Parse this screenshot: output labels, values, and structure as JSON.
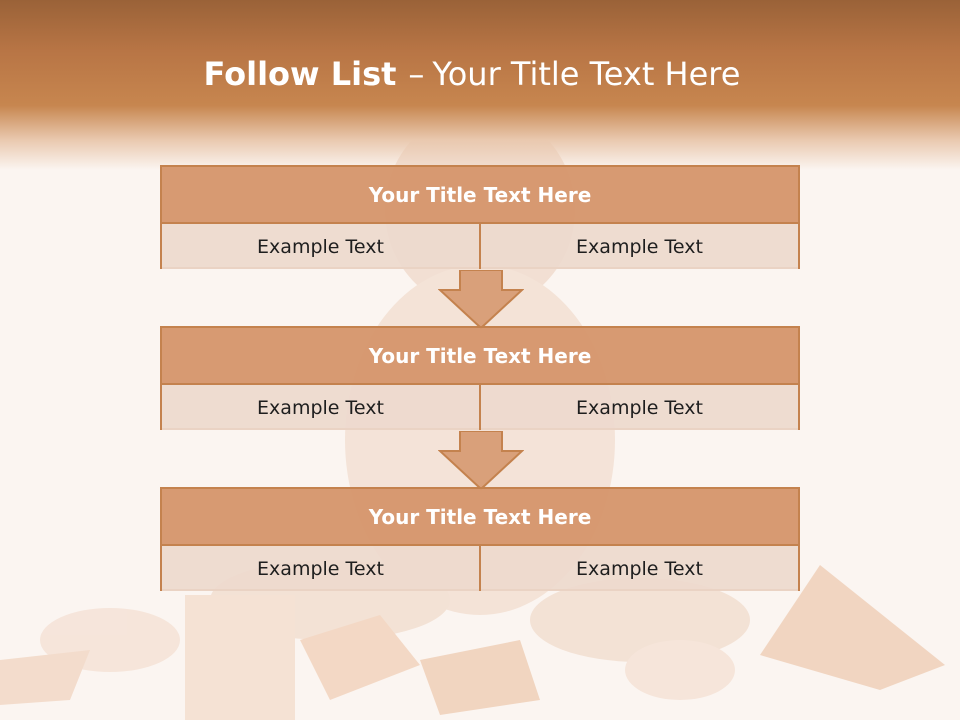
{
  "slide": {
    "title_bold": "Follow List",
    "title_separator": "–",
    "title_rest": "Your Title Text Here"
  },
  "blocks": [
    {
      "title": "Your Title Text Here",
      "cells": [
        "Example Text",
        "Example Text"
      ]
    },
    {
      "title": "Your Title Text Here",
      "cells": [
        "Example Text",
        "Example Text"
      ]
    },
    {
      "title": "Your Title Text Here",
      "cells": [
        "Example Text",
        "Example Text"
      ]
    }
  ],
  "colors": {
    "header_dark": "#9a6238",
    "header_mid": "#c7864f",
    "block_title_fill": "#d5966c",
    "block_cell_fill": "#edd9ce",
    "border": "#c4824e",
    "arrow_fill": "#d9a07a"
  },
  "background_image": "baby-with-torn-paper-photo"
}
